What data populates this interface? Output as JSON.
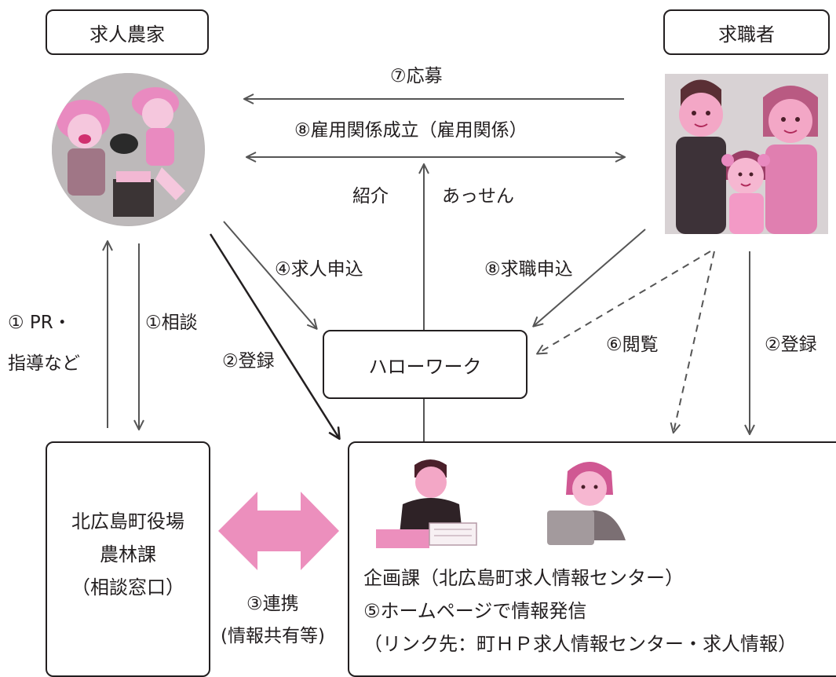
{
  "boxes": {
    "farmer": "求人農家",
    "jobseeker": "求職者",
    "hellowork": "ハローワーク"
  },
  "town_office": {
    "line1": "北広島町役場",
    "line2": "農林課",
    "line3": "（相談窓口）"
  },
  "center": {
    "line1": "企画課（北広島町求人情報センター）",
    "line2": "⑤ホームページで情報発信",
    "line3": "（リンク先：町ＨＰ求人情報センター・求人情報）"
  },
  "labels": {
    "apply": "⑦応募",
    "employment": "⑧雇用関係成立（雇用関係）",
    "introduce": "紹介",
    "mediate": "あっせん",
    "job_offer": "④求人申込",
    "job_seek": "⑧求職申込",
    "pr_line1": "① PR・",
    "pr_line2": "指導など",
    "consult": "①相談",
    "register_left": "②登録",
    "browse": "⑥閲覧",
    "register_right": "②登録",
    "cooperate_line1": "③連携",
    "cooperate_line2": "(情報共有等)"
  },
  "colors": {
    "pink": "#ec8fbd",
    "line": "#555555"
  }
}
